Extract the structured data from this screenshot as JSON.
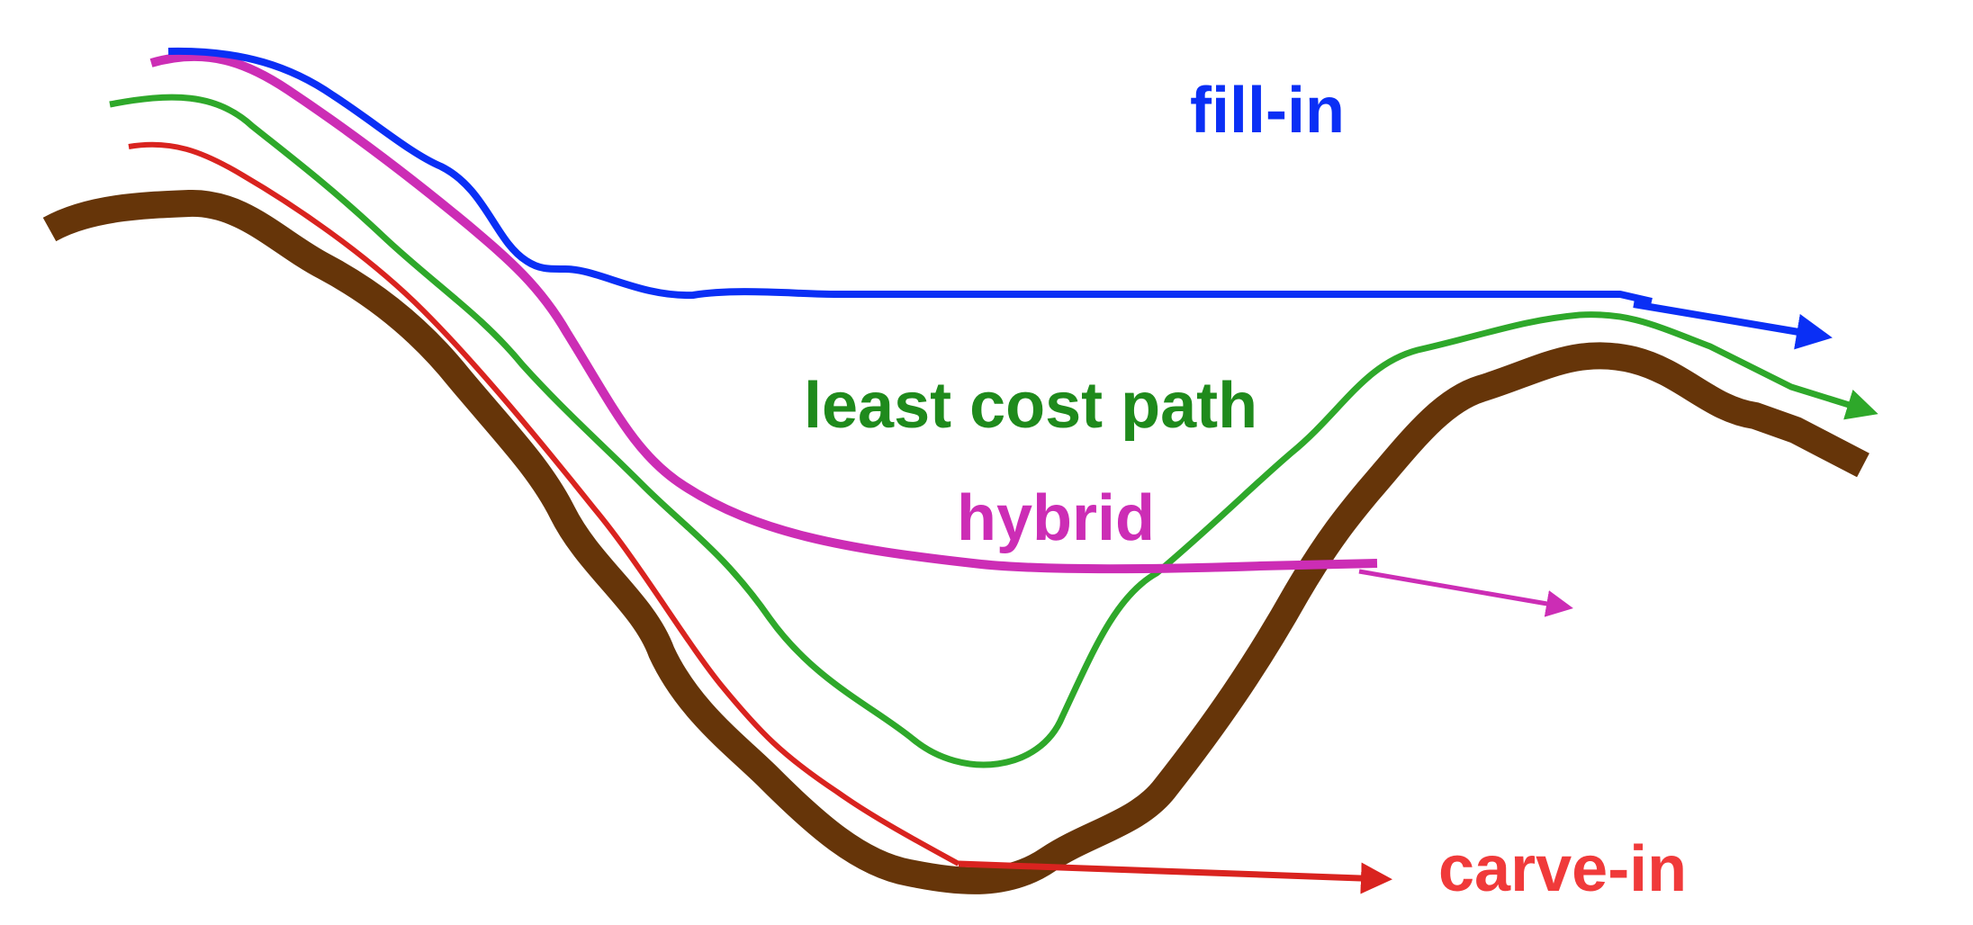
{
  "labels": {
    "fill_in": "fill-in",
    "least_cost_path": "least cost path",
    "hybrid": "hybrid",
    "carve_in": "carve-in"
  },
  "colors": {
    "terrain": "#663509",
    "fill_in": "#0a2ff5",
    "least_cost_path": "#2ea82a",
    "least_cost_path_label": "#1f8a1c",
    "hybrid": "#cc2db5",
    "carve_in": "#d9231f",
    "carve_in_label": "#f03a3a"
  }
}
